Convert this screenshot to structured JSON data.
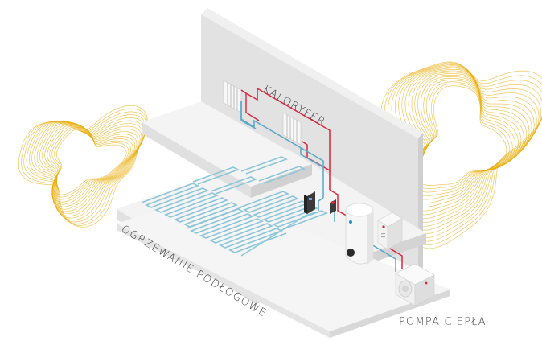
{
  "labels": {
    "radiator": "KALORYFER",
    "floor_heating": "OGRZEWANIE PODŁOGOWE",
    "heat_pump": "POMPA CIEPŁA"
  },
  "colors": {
    "wall_front": "#e3e3e3",
    "wall_side": "#d2d2d2",
    "floor_top": "#f2f2f2",
    "floor_side": "#dcdcdc",
    "pipe_hot": "#d7263d",
    "pipe_cold": "#5aa6c8",
    "floor_coil": "#8cc6d8",
    "wave_lines": "#e8a900"
  }
}
